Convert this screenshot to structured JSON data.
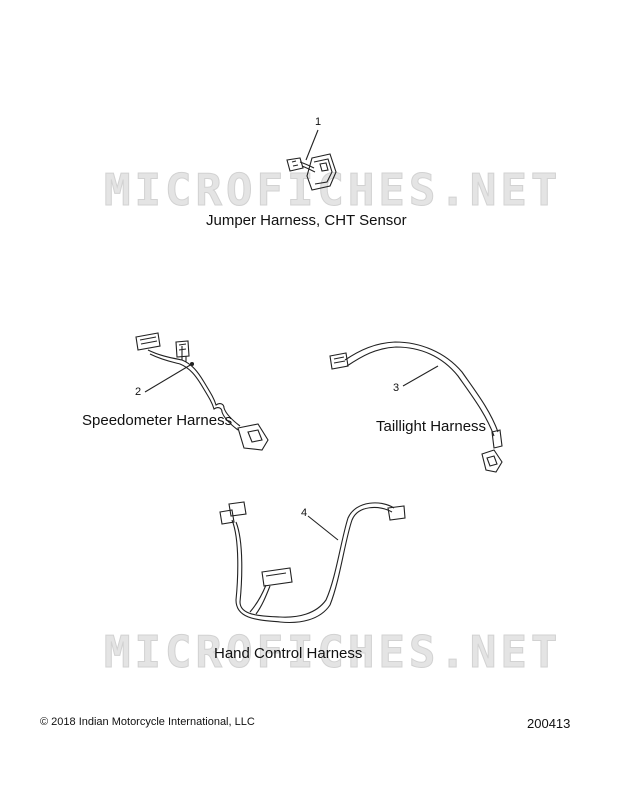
{
  "watermark": "MICROFICHES.NET",
  "parts": [
    {
      "number": "1",
      "label": "Jumper Harness, CHT Sensor"
    },
    {
      "number": "2",
      "label": "Speedometer Harness"
    },
    {
      "number": "3",
      "label": "Taillight Harness"
    },
    {
      "number": "4",
      "label": "Hand Control Harness"
    }
  ],
  "footer": {
    "copyright": "2018 Indian Motorcycle International, LLC",
    "code": "200413"
  }
}
